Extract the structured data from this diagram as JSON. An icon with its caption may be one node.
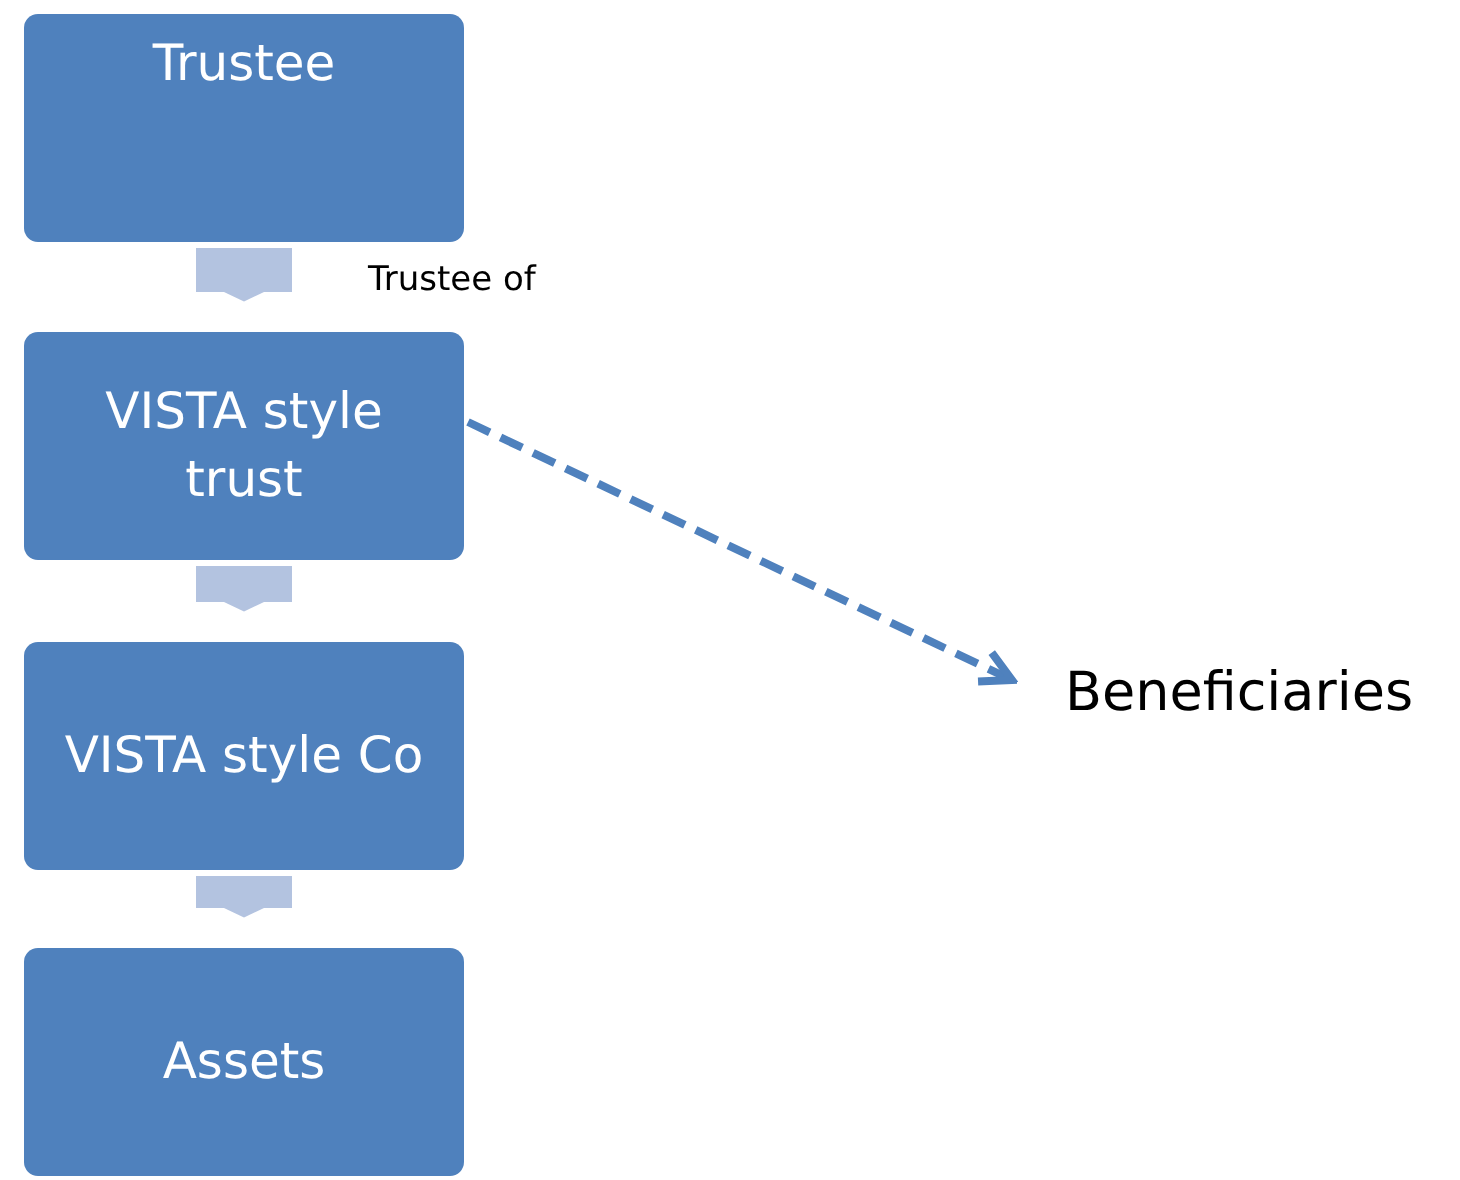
{
  "diagram": {
    "nodes": [
      {
        "text": [
          "Trustee"
        ]
      },
      {
        "text": [
          "VISTA style trust"
        ]
      },
      {
        "text": [
          "VISTA style Co"
        ]
      },
      {
        "text": [
          "Assets"
        ]
      },
      {
        "text": [
          "Beneficiaries"
        ]
      }
    ],
    "edges": [
      {
        "from": 0,
        "to": 1,
        "arrow": "to",
        "label": "Trustee of"
      },
      {
        "from": 1,
        "to": 2,
        "arrow": "to"
      },
      {
        "from": 2,
        "to": 3,
        "arrow": "to"
      },
      {
        "from": 1,
        "to": 4,
        "arrow": "to",
        "style": "dashed",
        "color": "#4f81bd"
      }
    ]
  }
}
